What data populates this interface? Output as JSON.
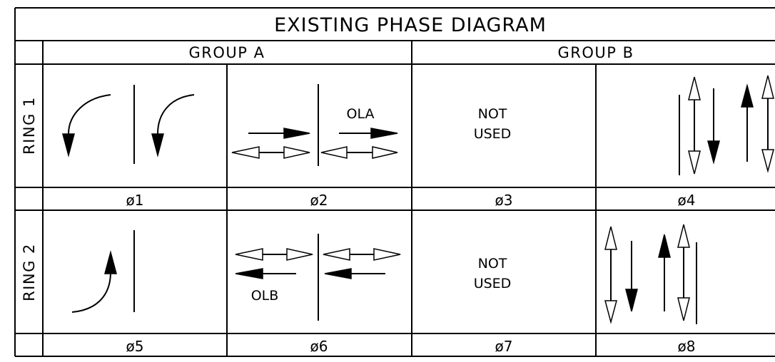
{
  "title": "EXISTING PHASE DIAGRAM",
  "groups": [
    "GROUP A",
    "GROUP B"
  ],
  "rings": [
    "RING 1",
    "RING 2"
  ],
  "phases": {
    "p1": "ø1",
    "p2": "ø2",
    "p3": "ø3",
    "p4": "ø4",
    "p5": "ø5",
    "p6": "ø6",
    "p7": "ø7",
    "p8": "ø8"
  },
  "overlaps": {
    "ola": "OLA",
    "olb": "OLB"
  },
  "not_used": {
    "line1": "NOT",
    "line2": "USED"
  },
  "icons": {
    "p1": "left-turn-arrow-icon",
    "p2": "through-and-ped-arrows-icon",
    "p4": "through-and-ped-arrows-icon",
    "p5": "left-turn-arrow-icon",
    "p6": "through-and-ped-arrows-icon",
    "p8": "through-and-ped-arrows-icon"
  }
}
